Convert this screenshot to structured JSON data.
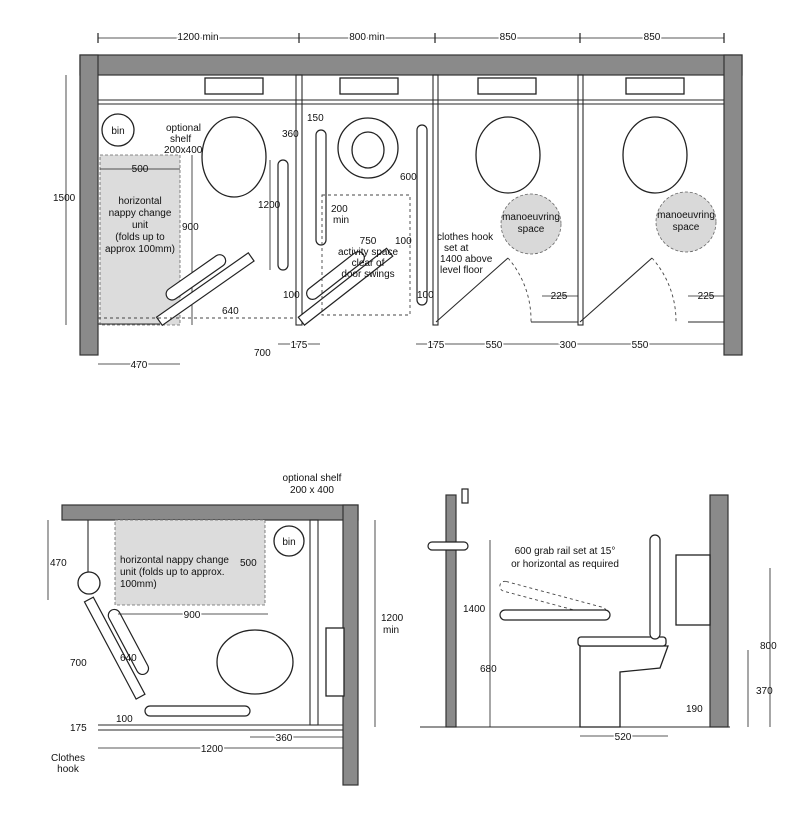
{
  "top_plan": {
    "widths": [
      "1200 min",
      "800 min",
      "850",
      "850"
    ],
    "depth": "1500",
    "bin": "bin",
    "optional_shelf": [
      "optional",
      "shelf",
      "200x400"
    ],
    "nappy_width": "500",
    "nappy_label": [
      "horizontal",
      "nappy change",
      "unit",
      "(folds up to",
      "approx 100mm)"
    ],
    "nappy_depth": "900",
    "rail_offsets": [
      "360",
      "150"
    ],
    "rail_length": "1200",
    "rail_gap": "100",
    "opening": "640",
    "door_offset": "470",
    "door_leaf": "700",
    "rail_lower_gap": "100",
    "post_offset": "175",
    "activity_dims": [
      "600",
      "200",
      "min"
    ],
    "activity_label": [
      "750",
      "activity space",
      "clear of",
      "door swings"
    ],
    "side_gap": "100",
    "clothes_hook": [
      "clothes hook",
      "set at",
      "1400 above",
      "level floor"
    ],
    "manoeuvring": [
      "manoeuvring",
      "space"
    ],
    "clearances": [
      "225",
      "225"
    ],
    "lower_gap_2": "100",
    "bottom_dims": [
      "175",
      "550",
      "300",
      "550"
    ]
  },
  "bottom_plan": {
    "optional_shelf": [
      "optional shelf",
      "200 x 400"
    ],
    "bin": "bin",
    "left_offset": "470",
    "nappy_label": [
      "horizontal nappy change",
      "unit (folds up to approx.",
      "100mm)"
    ],
    "nappy_depth": "500",
    "nappy_width": "900",
    "depth": [
      "1200",
      "min"
    ],
    "opening": "640",
    "door_leaf": "700",
    "post_offset": "175",
    "rail_gap": "100",
    "width": "1200",
    "rail_offset": "360",
    "clothes_hook": [
      "Clothes",
      "hook"
    ]
  },
  "elevation": {
    "grab_rail_note": [
      "600 grab rail set at 15°",
      "or horizontal as required"
    ],
    "hook_height": "1400",
    "rail_height": "680",
    "cistern_height": "800",
    "seat_height": "370",
    "flush_height": "190",
    "projection": "520"
  }
}
